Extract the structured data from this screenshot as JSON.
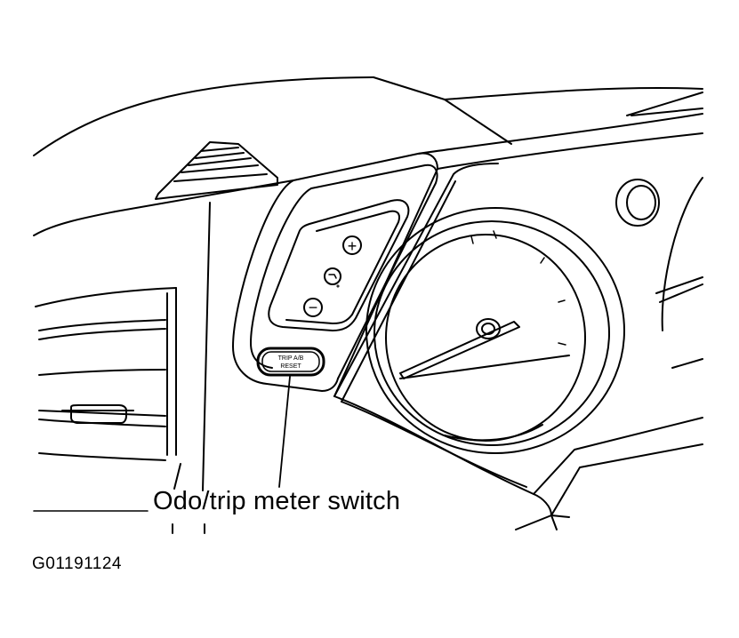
{
  "callout": {
    "label": "Odo/trip meter switch"
  },
  "figure": {
    "id": "G01191124"
  },
  "switch_panel": {
    "plus_symbol": "+",
    "minus_symbol": "−",
    "reset_button_text_line1": "TRIP A/B",
    "reset_button_text_line2": "RESET"
  },
  "colors": {
    "line": "#000000",
    "background": "#ffffff"
  }
}
